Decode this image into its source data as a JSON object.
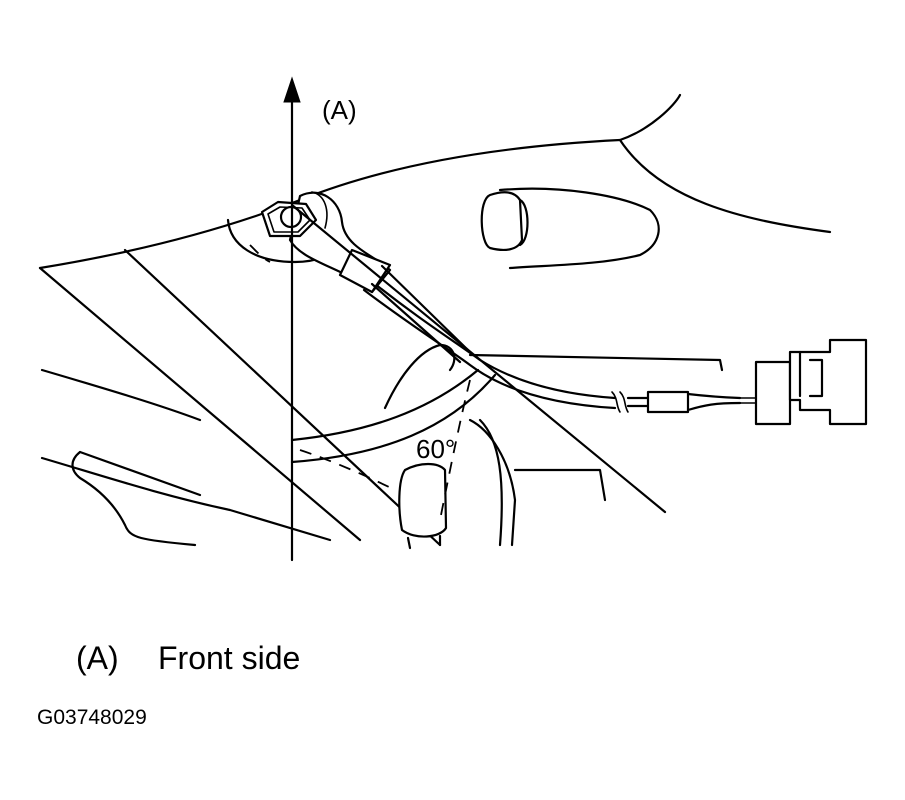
{
  "diagram": {
    "axis_label": "(A)",
    "angle_label": "60°"
  },
  "legend": {
    "key": "(A)",
    "description": "Front side"
  },
  "figure_id": "G03748029"
}
